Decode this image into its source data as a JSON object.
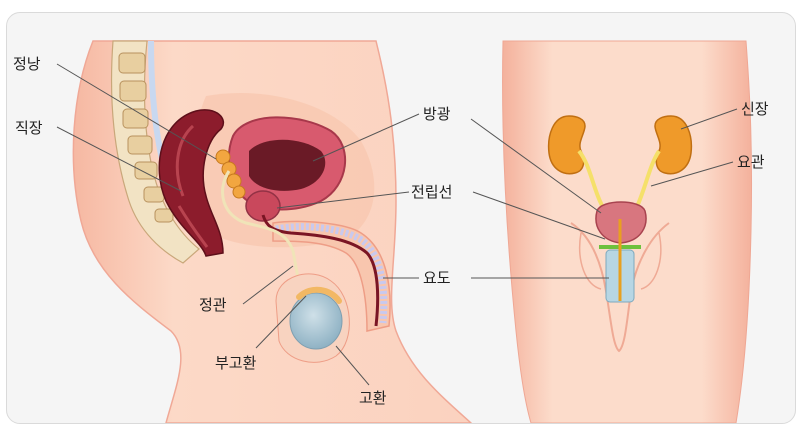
{
  "labels": {
    "seminal_vesicle": "정낭",
    "rectum": "직장",
    "vas_deferens": "정관",
    "epididymis": "부고환",
    "testis": "고환",
    "bladder": "방광",
    "prostate": "전립선",
    "urethra": "요도",
    "kidney": "신장",
    "ureter": "요관"
  },
  "colors": {
    "skin": "#fcd7c4",
    "skin_edge": "#f0a896",
    "bladder": "#d85a6e",
    "rectum": "#8c1c2c",
    "gland": "#f2a640",
    "ureter": "#f5e06a",
    "testis": "#a9c6d4",
    "panel_bg": "#f5f5f5"
  }
}
